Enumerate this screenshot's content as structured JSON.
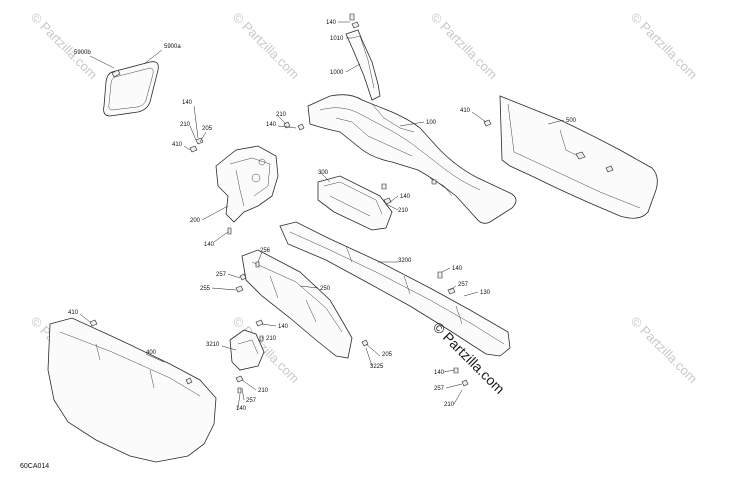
{
  "diagram_code": "60CA014",
  "watermark_text": "© Partzilla.com",
  "colors": {
    "line": "#2a2a2a",
    "watermark": "#c9c9c9",
    "background": "#ffffff"
  },
  "callouts": {
    "c5900b": "5900b",
    "c5900a": "5900a",
    "c140_top": "140",
    "c1010": "1010",
    "c1000": "1000",
    "c410_right": "410",
    "c500": "500",
    "c140_a": "140",
    "c210_a": "210",
    "c205_a": "205",
    "c410_a": "410",
    "c210_b": "210",
    "c140_b": "140",
    "c100": "100",
    "c200": "200",
    "c140_c": "140",
    "c300": "300",
    "c140_d": "140",
    "c210_c": "210",
    "c256": "256",
    "c257_a": "257",
    "c255": "255",
    "c250": "250",
    "c3200": "3200",
    "c140_e": "140",
    "c257_b": "257",
    "c130": "130",
    "c410_left": "410",
    "c400": "400",
    "c140_f": "140",
    "c3210": "3210",
    "c210_d": "210",
    "c205_b": "205",
    "c3225": "3225",
    "c210_e": "210",
    "c257_c": "257",
    "c140_g": "140",
    "c140_h": "140",
    "c257_d": "257",
    "c210_f": "210"
  }
}
